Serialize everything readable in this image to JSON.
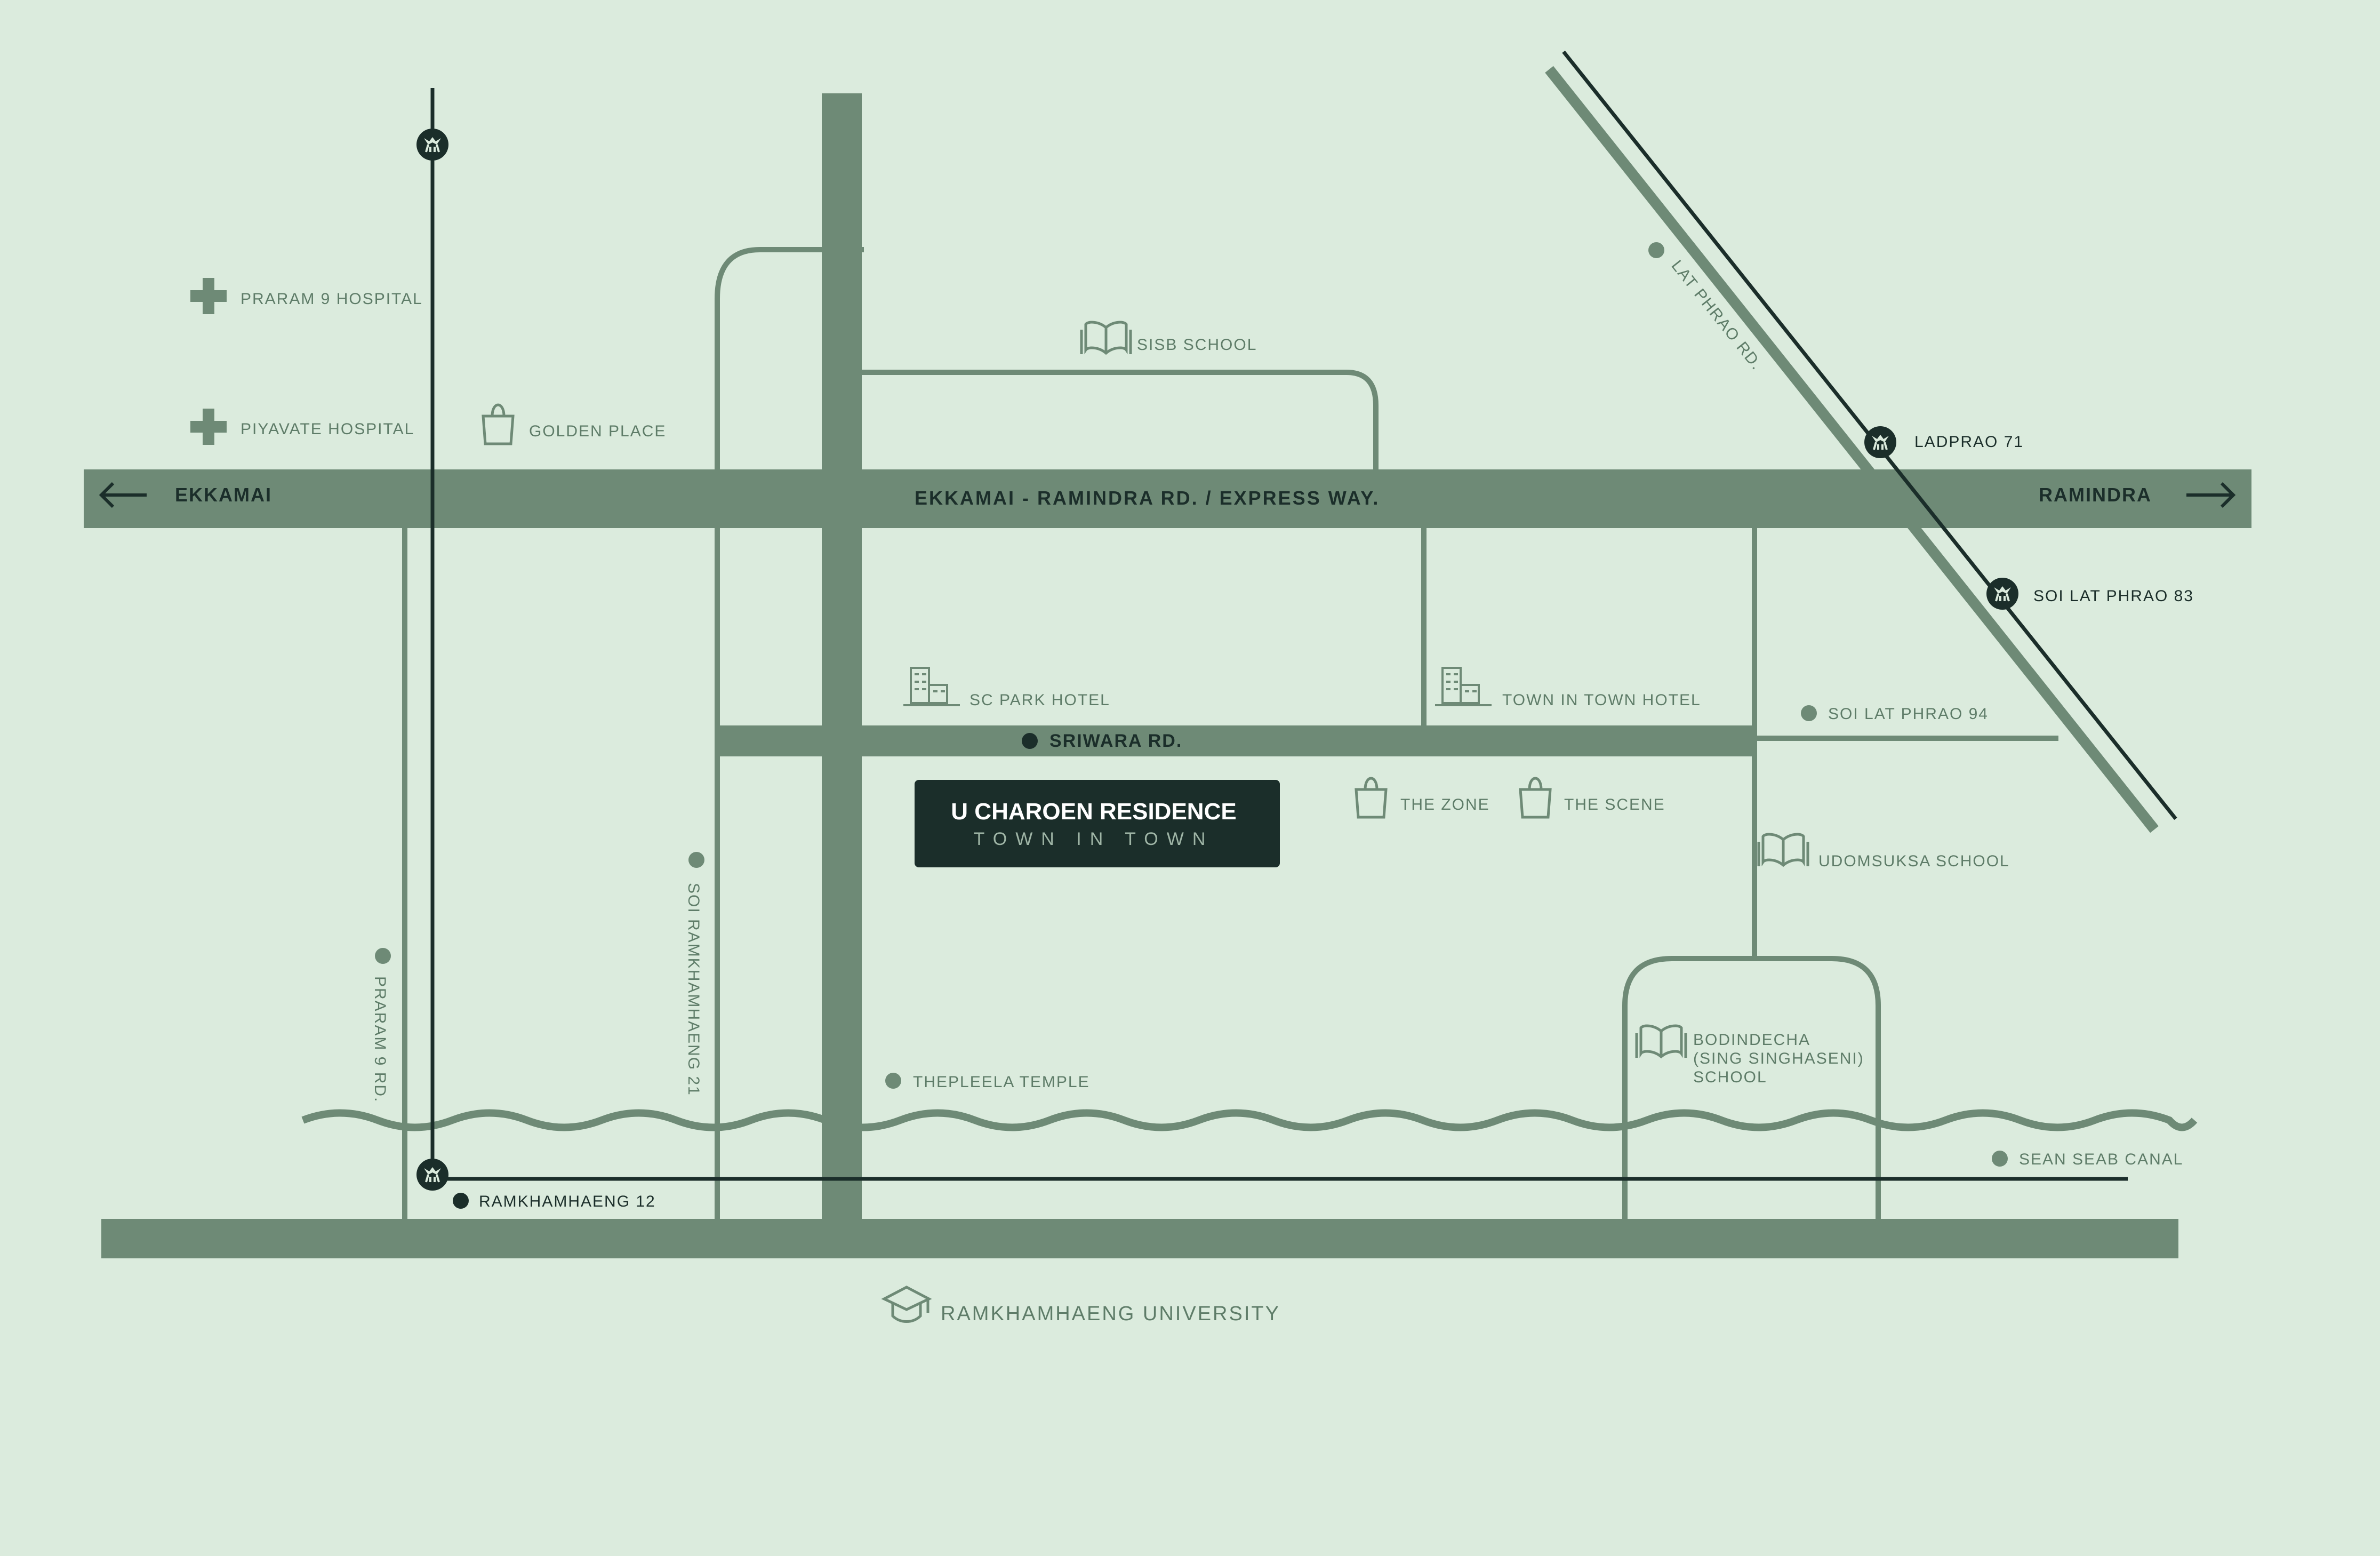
{
  "colors": {
    "background": "#dbebdd",
    "road": "#6e8a76",
    "dark": "#1b2e2a",
    "label": "#5e7c68",
    "dark_label": "#1b2e2a",
    "badge_sub": "#9fb5a6",
    "white": "#ffffff"
  },
  "roads": {
    "main_road": "EKKAMAI - RAMINDRA RD. / EXPRESS WAY.",
    "west_direction": "EKKAMAI",
    "east_direction": "RAMINDRA",
    "sriwara": "SRIWARA RD.",
    "lat_phrao": "LAT PHRAO RD.",
    "soi_ramkhamhaeng_21": "SOI RAMKHAMHAENG 21",
    "praram_9_rd": "PRARAM 9 RD.",
    "soi_lat_phrao_94": "SOI LAT PHRAO 94"
  },
  "stations": {
    "ladprao_71": "LADPRAO 71",
    "soi_lat_phrao_83": "SOI LAT PHRAO 83",
    "ramkhamhaeng_12": "RAMKHAMHAENG 12"
  },
  "landmarks": {
    "praram_9_hospital": "PRARAM 9 HOSPITAL",
    "piyavate_hospital": "PIYAVATE HOSPITAL",
    "golden_place": "GOLDEN PLACE",
    "sisb_school": "SISB SCHOOL",
    "sc_park_hotel": "SC PARK HOTEL",
    "town_in_town_hotel": "TOWN IN TOWN HOTEL",
    "the_zone": "THE ZONE",
    "the_scene": "THE SCENE",
    "udomsuksa_school": "UDOMSUKSA SCHOOL",
    "bodindecha_line1": "BODINDECHA",
    "bodindecha_line2": "(SING SINGHASENI)",
    "bodindecha_line3": "SCHOOL",
    "thepleela_temple": "THEPLEELA TEMPLE",
    "sean_seab_canal": "SEAN SEAB CANAL",
    "ramkhamhaeng_university": "RAMKHAMHAENG UNIVERSITY"
  },
  "project": {
    "name": "U CHAROEN RESIDENCE",
    "tagline": "TOWN IN TOWN"
  },
  "icons": {
    "station": "train-station-icon",
    "hospital": "hospital-cross-icon",
    "shopping": "shopping-bag-icon",
    "school": "open-book-icon",
    "hotel": "hotel-building-icon",
    "university": "graduation-cap-icon",
    "poi": "location-dot-icon"
  }
}
